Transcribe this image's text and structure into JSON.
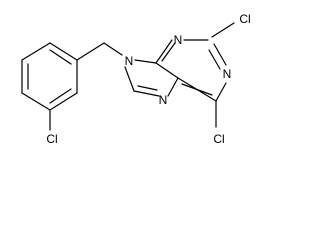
{
  "structure": {
    "atoms": {
      "n9": "N",
      "n3": "N",
      "n1": "N",
      "n7": "N",
      "cl2": "Cl",
      "cl6": "Cl",
      "cl3prime": "Cl"
    }
  },
  "colors": {
    "bond": "#000000",
    "label": "#000000",
    "background": "#ffffff"
  }
}
